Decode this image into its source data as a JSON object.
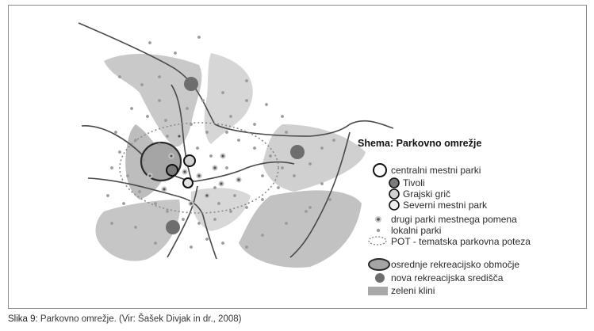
{
  "legend": {
    "title": "Shema: Parkovno omrežje",
    "items": [
      {
        "key": "central",
        "label": "centralni mestni parki"
      },
      {
        "key": "tivoli",
        "label": "Tivoli"
      },
      {
        "key": "grajski",
        "label": "Grajski grič"
      },
      {
        "key": "severni",
        "label": "Severni mestni park"
      },
      {
        "key": "drugi",
        "label": "drugi parki mestnega pomena"
      },
      {
        "key": "lokalni",
        "label": "lokalni parki"
      },
      {
        "key": "pot",
        "label": "POT - tematska parkovna poteza"
      },
      {
        "key": "osrednje",
        "label": "osrednje rekreacijsko območje"
      },
      {
        "key": "nova",
        "label": "nova rekreacijska središča"
      },
      {
        "key": "zeleni",
        "label": "zeleni klini"
      }
    ]
  },
  "caption": {
    "label": "Slika 9:",
    "text": "Parkovno omrežje. (Vir: Šašek Divjak in dr., 2008)"
  },
  "colors": {
    "wedge": "#c4c4c4",
    "wedge_light": "#dcdcdc",
    "road": "#4a4a4a",
    "dark_circle": "#6e6e6e",
    "light_circle": "#d2d2d2",
    "small_dot": "#a8a8a8"
  }
}
